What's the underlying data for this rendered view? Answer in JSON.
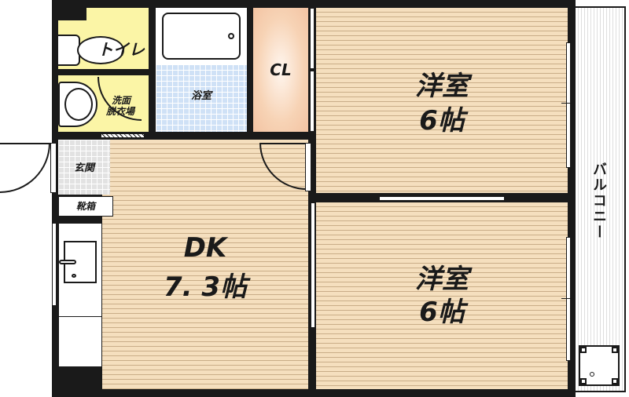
{
  "floor_plan": {
    "layout_type": "2DK",
    "rooms": [
      {
        "id": "western-room-1",
        "name": "洋室",
        "size": "6帖"
      },
      {
        "id": "western-room-2",
        "name": "洋室",
        "size": "6帖"
      },
      {
        "id": "dining-kitchen",
        "name": "DK",
        "size": "7. 3帖"
      },
      {
        "id": "toilet",
        "name": "トイレ"
      },
      {
        "id": "washroom",
        "name_line1": "洗面",
        "name_line2": "脱衣場"
      },
      {
        "id": "bathroom",
        "name": "浴室"
      },
      {
        "id": "closet",
        "name": "CL"
      },
      {
        "id": "entrance",
        "name": "玄関"
      },
      {
        "id": "shoe-cabinet",
        "name": "靴箱"
      },
      {
        "id": "balcony",
        "name": "バルコニー"
      }
    ],
    "colors": {
      "wall": "#1a1a1a",
      "flooring": "#f5dfbe",
      "toilet_washroom": "#fbf5a6",
      "bathroom_tile": "#cfe1f6",
      "entrance_tile": "#e2e2e2",
      "closet": "#f7d3b5",
      "balcony": "#f6f6f6"
    }
  }
}
